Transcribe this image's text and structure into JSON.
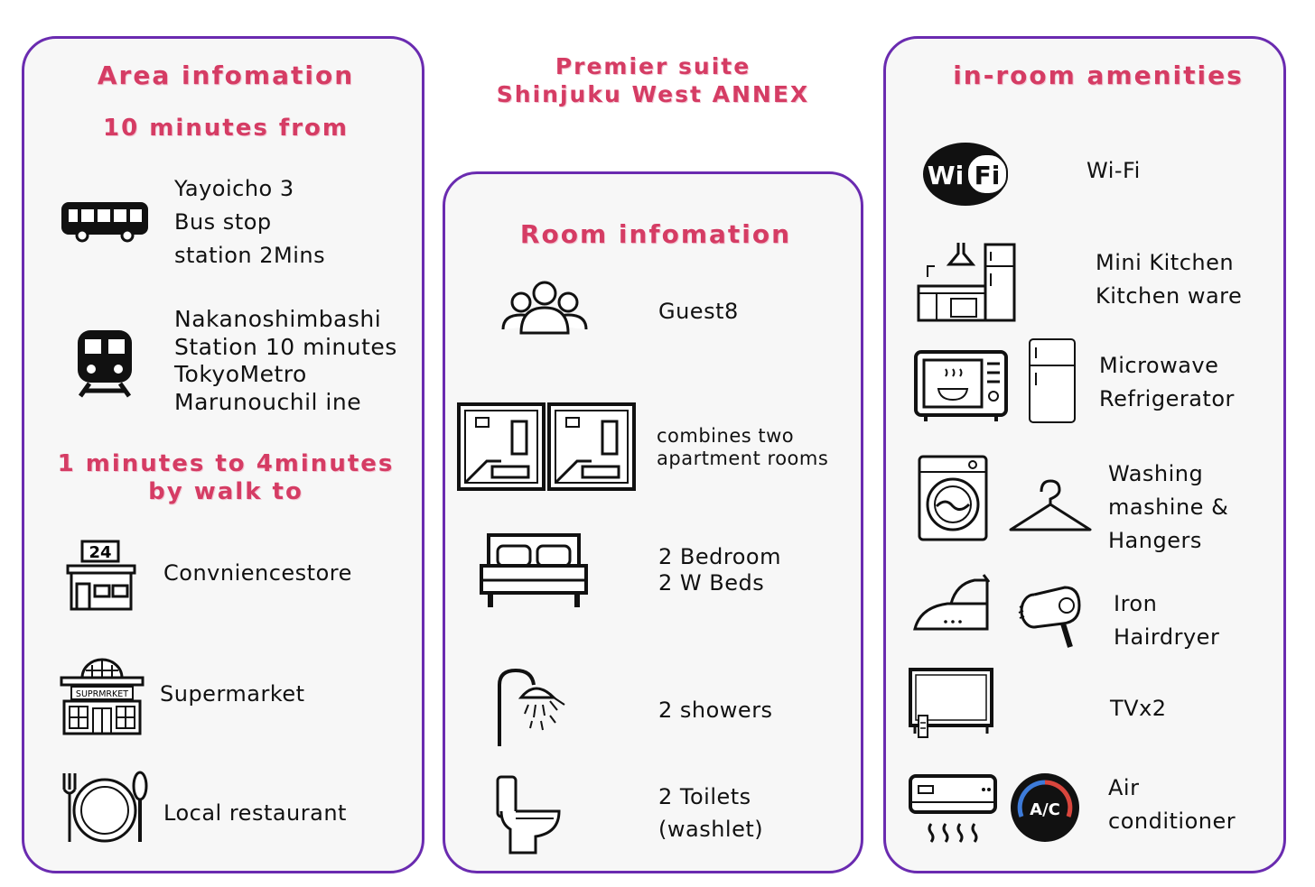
{
  "hotel": {
    "title": "Premier suite\nShinjuku West ANNEX"
  },
  "area": {
    "heading": "Area infomation",
    "section1": "10 minutes from",
    "bus": "Yayoicho 3\nBus stop\nstation 2Mins",
    "train": "Nakanoshimbashi\nStation 10 minutes\nTokyoMetro\nMarunouchil ine",
    "section2": "1 minutes to 4minutes\nby walk to",
    "convenience_badge": "24",
    "convenience": "Convniencestore",
    "supermarket_sign": "SUPRMRKET",
    "supermarket": "Supermarket",
    "restaurant": "Local restaurant"
  },
  "room": {
    "heading": "Room infomation",
    "guests": "Guest8",
    "apartments": "combines two\napartment rooms",
    "beds": "2 Bedroom\n2 W Beds",
    "showers": "2 showers",
    "toilets": "2 Toilets\n(washlet)"
  },
  "amenities": {
    "heading": "in-room amenities",
    "wifi_logo_a": "Wi",
    "wifi_logo_b": "Fi",
    "wifi": "Wi-Fi",
    "kitchen": "Mini Kitchen\nKitchen ware",
    "microwave": "Microwave\nRefrigerator",
    "washing": "Washing\nmashine &\nHangers",
    "iron": "Iron\nHairdryer",
    "tv": "TVx2",
    "ac_badge": "A/C",
    "ac": "Air\nconditioner"
  }
}
